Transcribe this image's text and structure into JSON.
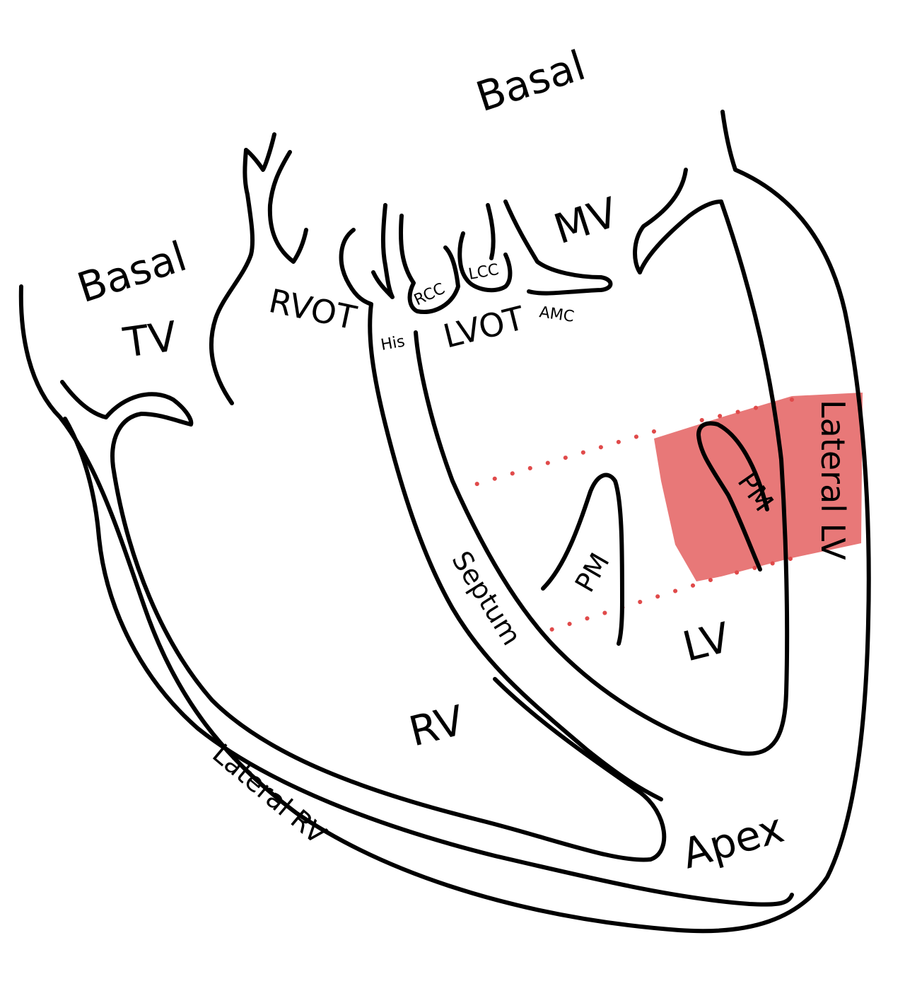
{
  "labels": {
    "basal_top": "Basal",
    "basal_left": "Basal",
    "tv": "TV",
    "rvot": "RVOT",
    "his": "His",
    "rcc": "RCC",
    "lcc": "LCC",
    "lvot": "LVOT",
    "amc": "AMC",
    "mv": "MV",
    "lateral_lv": "Lateral LV",
    "pm_lateral": "PM",
    "pm_medial": "PM",
    "septum": "Septum",
    "lv": "LV",
    "rv": "RV",
    "lateral_rv": "Lateral RV",
    "apex": "Apex"
  },
  "colors": {
    "outline": "#000000",
    "highlight": "#e35a5a",
    "dots": "#e04a4a"
  }
}
